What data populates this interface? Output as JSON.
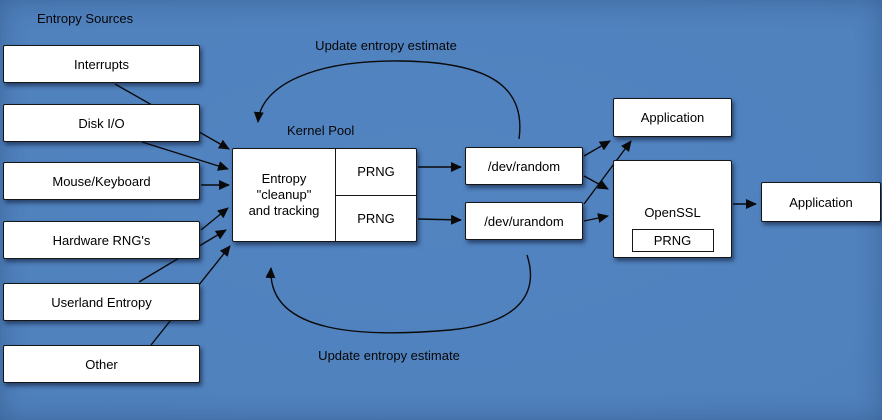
{
  "theme": {
    "background": "#4f81bd",
    "box_fill": "#ffffff",
    "line_color": "#0a0a0a"
  },
  "labels": {
    "entropy_sources": "Entropy Sources",
    "kernel_pool": "Kernel Pool",
    "update_entropy_top": "Update entropy estimate",
    "update_entropy_bottom": "Update entropy estimate"
  },
  "sources": [
    {
      "label": "Interrupts"
    },
    {
      "label": "Disk I/O"
    },
    {
      "label": "Mouse/Keyboard"
    },
    {
      "label": "Hardware RNG's"
    },
    {
      "label": "Userland Entropy"
    },
    {
      "label": "Other"
    }
  ],
  "kernel": {
    "cleanup_lines": [
      "Entropy",
      "\"cleanup\"",
      "and tracking"
    ],
    "prng_top": "PRNG",
    "prng_bottom": "PRNG"
  },
  "devices": [
    {
      "label": "/dev/random"
    },
    {
      "label": "/dev/urandom"
    }
  ],
  "consumers": {
    "application_top": "Application",
    "openssl": "OpenSSL",
    "openssl_prng": "PRNG",
    "application_right": "Application"
  }
}
